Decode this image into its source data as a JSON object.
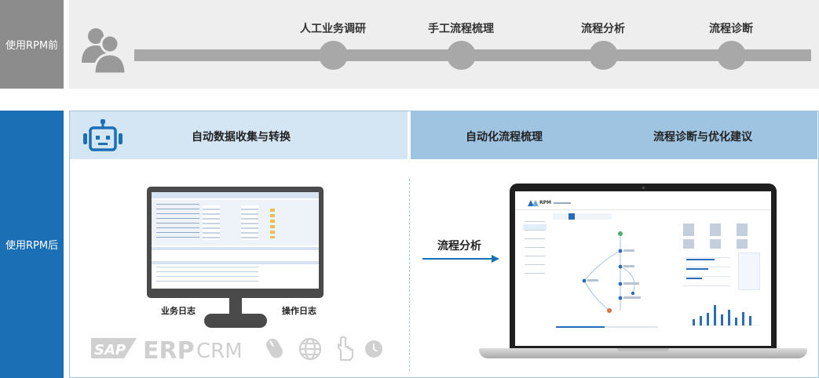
{
  "before": {
    "label": "使用RPM前",
    "stages": [
      "人工业务调研",
      "手工流程梳理",
      "流程分析",
      "流程诊断"
    ]
  },
  "after": {
    "label": "使用RPM后",
    "header_left": "自动数据收集与转换",
    "header_right": [
      "自动化流程梳理",
      "流程诊断与优化建议"
    ],
    "monitor_captions": {
      "left": "业务日志",
      "right": "操作日志"
    },
    "arrow_label": "流程分析",
    "source_icons": [
      "sap-logo-icon",
      "erp-logo-icon",
      "crm-logo-icon",
      "mouse-icon",
      "globe-icon",
      "hand-pointer-icon",
      "clock-icon"
    ],
    "source_texts": {
      "sap": "SAP",
      "erp": "ERP",
      "crm": "CRM"
    },
    "laptop_brand": "RPM"
  },
  "colors": {
    "before_gray": "#8c8c8c",
    "after_blue": "#1a6fb5",
    "header_light": "#d4e5f4",
    "header_mid": "#9fc4e2"
  }
}
